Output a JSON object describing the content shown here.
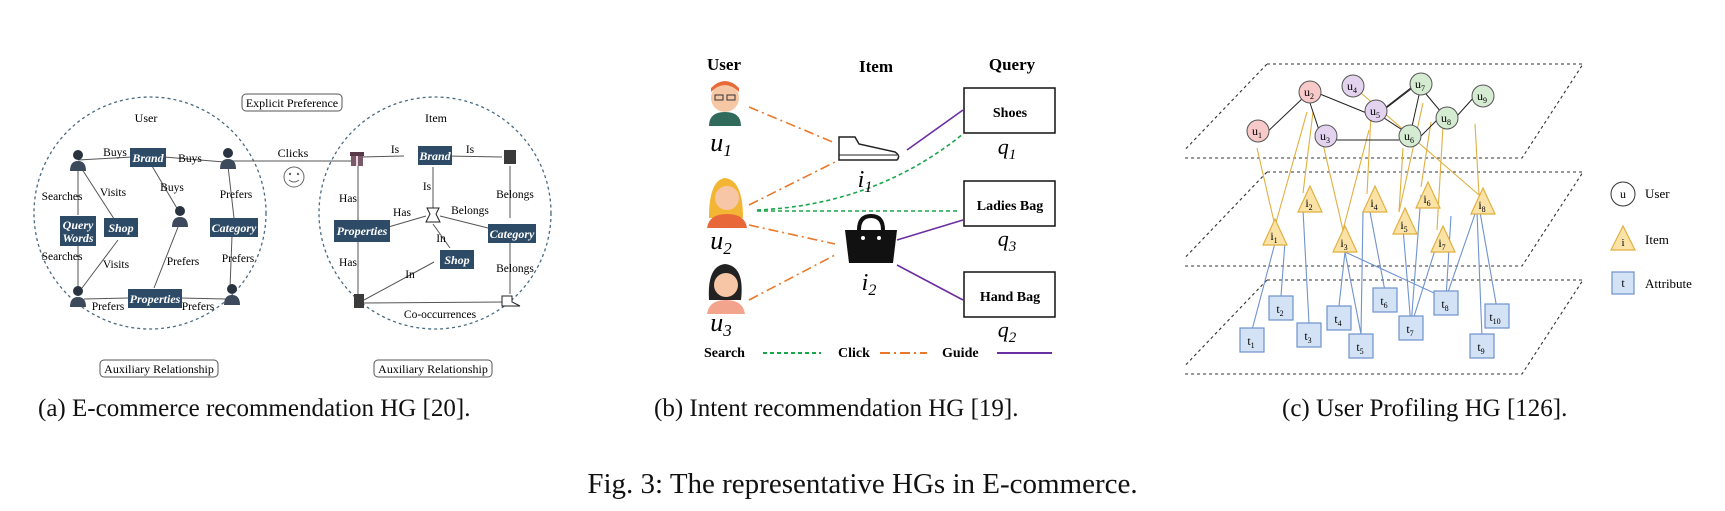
{
  "panel_a": {
    "user_circle_title": "User",
    "item_circle_title": "Item",
    "explicit_preference": "Explicit Preference",
    "auxiliary_left": "Auxiliary Relationship",
    "auxiliary_right": "Auxiliary Relationship",
    "clicks": "Clicks",
    "nodes": {
      "brand_left": "Brand",
      "shop_left": "Shop",
      "query_words": [
        "Query",
        "Words"
      ],
      "category_left": "Category",
      "properties_left": "Properties",
      "brand_right": "Brand",
      "properties_right": "Properties",
      "shop_right": "Shop",
      "category_right": "Category"
    },
    "edges_left": {
      "buys_1": "Buys",
      "buys_2": "Buys",
      "buys_3": "Buys",
      "searches_1": "Searches",
      "searches_2": "Searches",
      "visits_1": "Visits",
      "visits_2": "Visits",
      "prefers_1": "Prefers",
      "prefers_2": "Prefers",
      "prefers_3": "Prefers",
      "prefers_4": "Prefers",
      "prefers_5": "Prefers"
    },
    "edges_right": {
      "is_1": "Is",
      "is_2": "Is",
      "is_3": "Is",
      "has_1": "Has",
      "has_2": "Has",
      "has_3": "Has",
      "belongs_1": "Belongs",
      "belongs_2": "Belongs",
      "belongs_3": "Belongs",
      "in_1": "In",
      "in_2": "In",
      "cooccurrences": "Co-occurrences"
    }
  },
  "panel_b": {
    "col_user": "User",
    "col_item": "Item",
    "col_query": "Query",
    "users": [
      {
        "base": "u",
        "sub": "1"
      },
      {
        "base": "u",
        "sub": "2"
      },
      {
        "base": "u",
        "sub": "3"
      }
    ],
    "items": [
      {
        "base": "i",
        "sub": "1"
      },
      {
        "base": "i",
        "sub": "2"
      }
    ],
    "queries": [
      {
        "label": "Shoes",
        "base": "q",
        "sub": "1"
      },
      {
        "label": "Ladies Bag",
        "base": "q",
        "sub": "3"
      },
      {
        "label": "Hand Bag",
        "base": "q",
        "sub": "2"
      }
    ],
    "legend": {
      "search": "Search",
      "click": "Click",
      "guide": "Guide"
    },
    "colors": {
      "search": "#1aa64a",
      "click": "#e8792b",
      "guide": "#6a2fa0"
    }
  },
  "panel_c": {
    "users": [
      {
        "base": "u",
        "sub": "1"
      },
      {
        "base": "u",
        "sub": "2"
      },
      {
        "base": "u",
        "sub": "3"
      },
      {
        "base": "u",
        "sub": "4"
      },
      {
        "base": "u",
        "sub": "5"
      },
      {
        "base": "u",
        "sub": "6"
      },
      {
        "base": "u",
        "sub": "7"
      },
      {
        "base": "u",
        "sub": "8"
      },
      {
        "base": "u",
        "sub": "9"
      }
    ],
    "items": [
      {
        "base": "i",
        "sub": "1"
      },
      {
        "base": "i",
        "sub": "2"
      },
      {
        "base": "i",
        "sub": "3"
      },
      {
        "base": "i",
        "sub": "4"
      },
      {
        "base": "i",
        "sub": "5"
      },
      {
        "base": "i",
        "sub": "6"
      },
      {
        "base": "i",
        "sub": "7"
      },
      {
        "base": "i",
        "sub": "8"
      }
    ],
    "attributes": [
      {
        "base": "t",
        "sub": "1"
      },
      {
        "base": "t",
        "sub": "2"
      },
      {
        "base": "t",
        "sub": "3"
      },
      {
        "base": "t",
        "sub": "4"
      },
      {
        "base": "t",
        "sub": "5"
      },
      {
        "base": "t",
        "sub": "6"
      },
      {
        "base": "t",
        "sub": "7"
      },
      {
        "base": "t",
        "sub": "8"
      },
      {
        "base": "t",
        "sub": "9"
      },
      {
        "base": "t",
        "sub": "10"
      }
    ],
    "legend": {
      "user_symbol": "u",
      "user": "User",
      "item_symbol": "i",
      "item": "Item",
      "attribute_symbol": "t",
      "attribute": "Attribute"
    },
    "colors": {
      "user_pink": "#f8c9c9",
      "user_purple": "#e3d3ee",
      "user_green": "#d6ecd2",
      "item": "#fbe3a8",
      "attribute": "#d3e2f5",
      "item_edge": "#e0b040",
      "attr_edge": "#6f93cc"
    }
  },
  "captions": {
    "a": "(a) E-commerce recommendation HG [20].",
    "b": "(b) Intent recommendation HG [19].",
    "c": "(c) User Profiling HG [126].",
    "figure": "Fig. 3: The representative HGs in E-commerce."
  }
}
